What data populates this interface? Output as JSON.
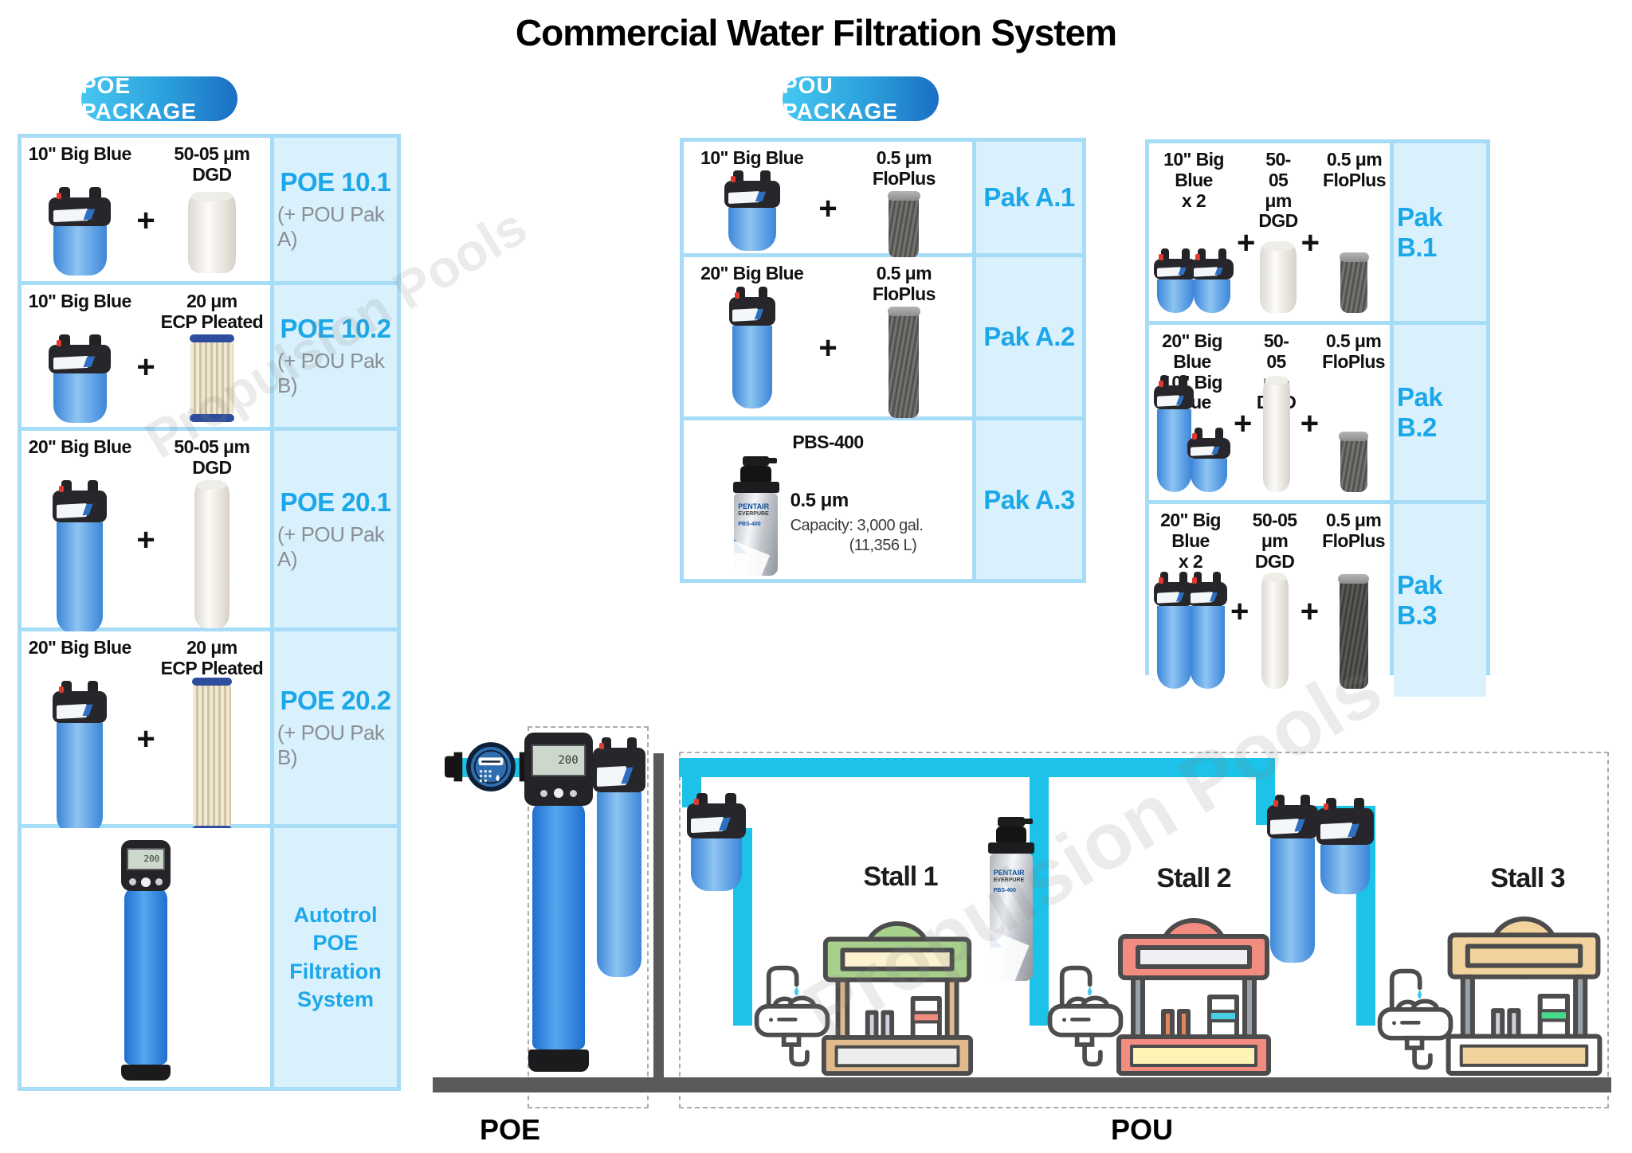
{
  "title": "Commercial Water Filtration System",
  "watermark": "Propulsion Pools",
  "plus": "+",
  "badges": {
    "poe": "POE PACKAGE",
    "pou": "POU PACKAGE"
  },
  "poe_table": {
    "rows": [
      {
        "item1": "10\" Big Blue",
        "item2": "50-05 μm\nDGD",
        "name": "POE 10.1",
        "sub": "(+ POU Pak A)"
      },
      {
        "item1": "10\" Big Blue",
        "item2": "20 μm\nECP Pleated",
        "name": "POE 10.2",
        "sub": "(+ POU Pak B)"
      },
      {
        "item1": "20\" Big Blue",
        "item2": "50-05 μm\nDGD",
        "name": "POE 20.1",
        "sub": "(+ POU Pak A)"
      },
      {
        "item1": "20\" Big Blue",
        "item2": "20 μm\nECP Pleated",
        "name": "POE 20.2",
        "sub": "(+ POU Pak B)"
      },
      {
        "system_label": "Autotrol\nPOE\nFiltration\nSystem"
      }
    ]
  },
  "pak_a": {
    "rows": [
      {
        "item1": "10\" Big Blue",
        "item2": "0.5 μm\nFloPlus",
        "name": "Pak A.1"
      },
      {
        "item1": "20\" Big Blue",
        "item2": "0.5 μm\nFloPlus",
        "name": "Pak A.2"
      },
      {
        "item1": "PBS-400",
        "spec": "0.5  μm",
        "capacity_line1": "Capacity: 3,000 gal.",
        "capacity_line2": "(11,356 L)",
        "name": "Pak A.3"
      }
    ]
  },
  "pak_b": {
    "rows": [
      {
        "item1": "10\" Big Blue\nx 2",
        "item2": "50-05 μm\nDGD",
        "item3": "0.5 μm\nFloPlus",
        "name": "Pak B.1"
      },
      {
        "item1": "20\" Big Blue\n10\" Big Blue",
        "item2": "50-05 μm\nDGD",
        "item3": "0.5 μm\nFloPlus",
        "name": "Pak B.2"
      },
      {
        "item1": "20\" Big Blue\nx 2",
        "item2": "50-05 μm\nDGD",
        "item3": "0.5 μm\nFloPlus",
        "name": "Pak B.3"
      }
    ]
  },
  "diagram": {
    "poe_label": "POE",
    "pou_label": "POU",
    "stalls": [
      {
        "label": "Stall 1"
      },
      {
        "label": "Stall 2"
      },
      {
        "label": "Stall 3"
      }
    ],
    "valve_display": "200",
    "everpure": {
      "brand": "PENTAIR",
      "line": "EVERPURE",
      "model": "PBS-400"
    }
  },
  "colors": {
    "accent_blue": "#1ba7e8",
    "table_border": "#a6dcf6",
    "result_cell": "#d9f1fc",
    "badge_gradient_start": "#45c8f1",
    "badge_gradient_end": "#1a6fc4",
    "pipe": "#1cc2e7",
    "ground": "#595a5c",
    "housing_blue": "#3c86d8",
    "tank_blue": "#2f7fd8",
    "stall1_green": "#a8d08d",
    "stall2_coral": "#f28b80",
    "stall3_tan": "#f2d39e"
  }
}
